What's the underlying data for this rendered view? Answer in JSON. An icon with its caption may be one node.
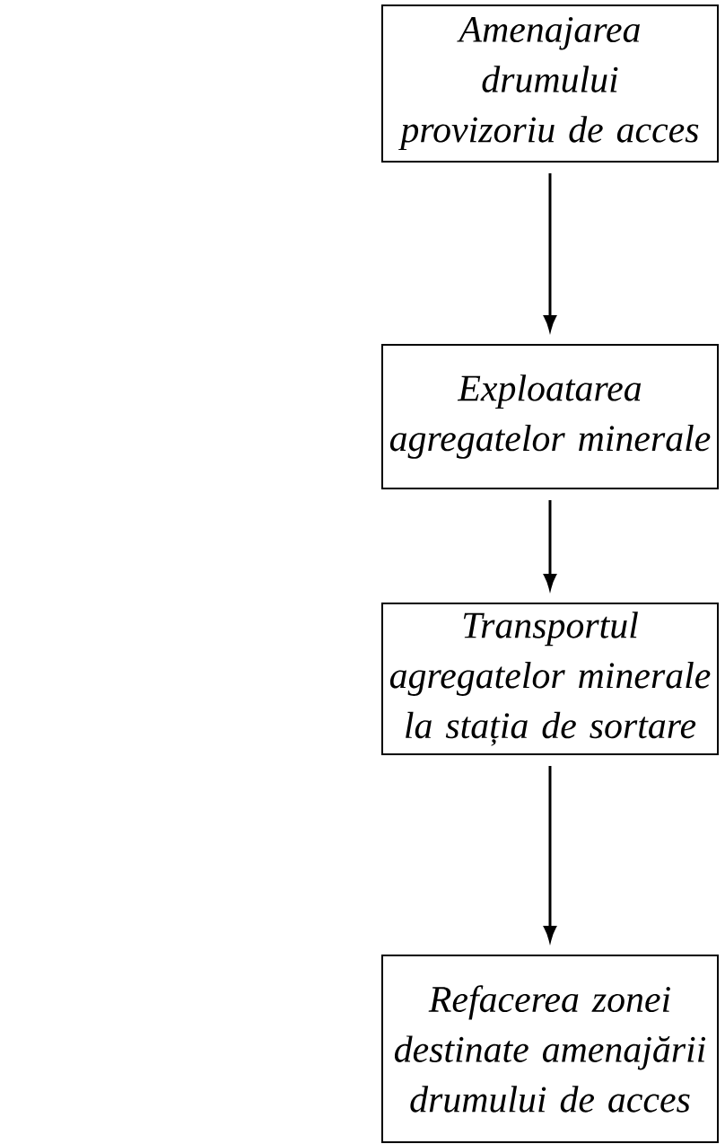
{
  "diagram": {
    "nodes": [
      {
        "text": [
          "Amenajarea drumului provizoriu de acces"
        ]
      },
      {
        "text": [
          "Exploatarea agregatelor minerale"
        ]
      },
      {
        "text": [
          "Transportul agregatelor minerale la stația de sortare"
        ]
      },
      {
        "text": [
          "Refacerea zonei destinate amenajării drumului de acces"
        ]
      }
    ],
    "edges": [
      {
        "from": 0,
        "to": 1,
        "arrow": "to"
      },
      {
        "from": 1,
        "to": 2,
        "arrow": "to"
      },
      {
        "from": 2,
        "to": 3,
        "arrow": "to"
      }
    ]
  }
}
